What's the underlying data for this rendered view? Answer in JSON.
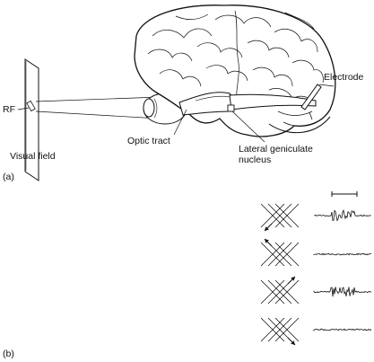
{
  "panel_a": {
    "panel_label": "(a)",
    "labels": {
      "rf": "RF",
      "visual_field": "Visual field",
      "optic_tract": "Optic tract",
      "lgn_line1": "Lateral geniculate",
      "lgn_line2": "nucleus",
      "electrode": "Electrode"
    }
  },
  "panel_b": {
    "panel_label": "(b)",
    "rows": [
      {
        "arrow": "down-left",
        "response": "strong"
      },
      {
        "arrow": "up-left",
        "response": "none"
      },
      {
        "arrow": "up-right",
        "response": "strong"
      },
      {
        "arrow": "down-right",
        "response": "none"
      }
    ]
  },
  "colors": {
    "ink": "#111111",
    "background": "#ffffff"
  }
}
